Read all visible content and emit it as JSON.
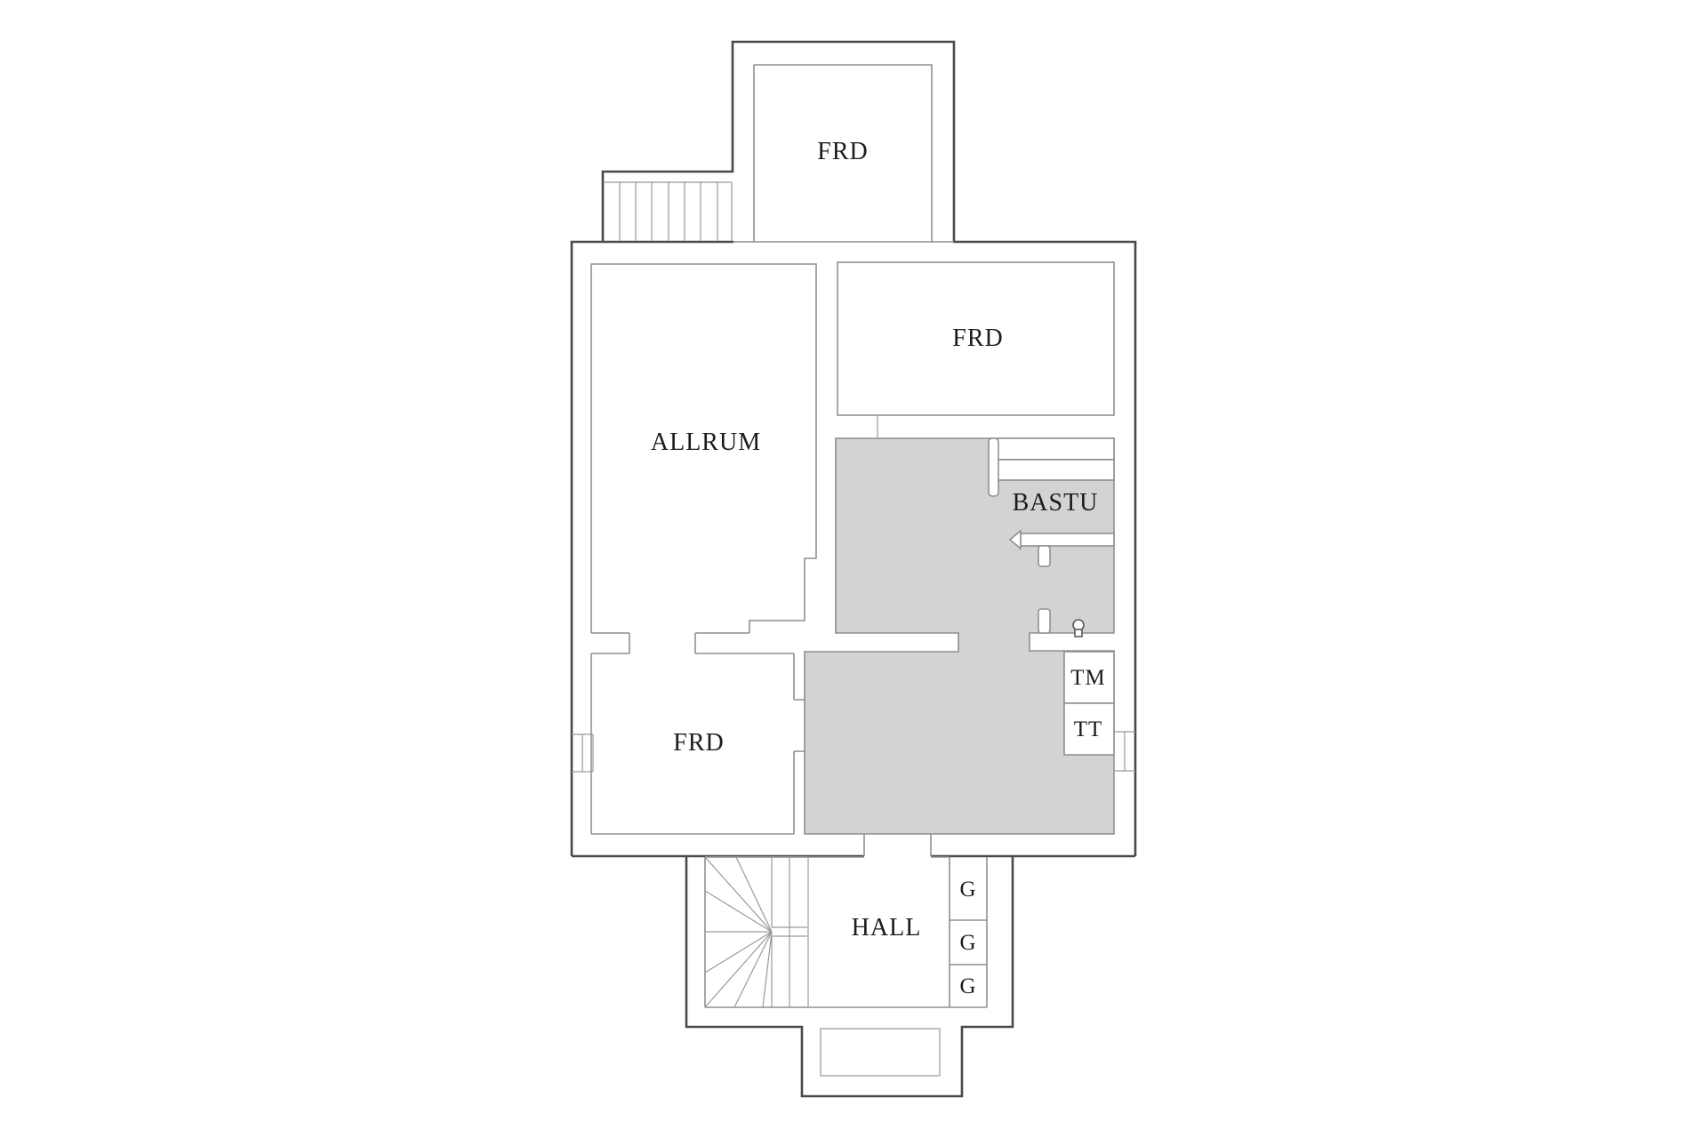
{
  "rooms": [
    {
      "id": "frd-top",
      "label": "FRD"
    },
    {
      "id": "allrum",
      "label": "ALLRUM"
    },
    {
      "id": "frd-right",
      "label": "FRD"
    },
    {
      "id": "bastu",
      "label": "BASTU"
    },
    {
      "id": "frd-bottom",
      "label": "FRD"
    },
    {
      "id": "hall",
      "label": "HALL"
    }
  ],
  "wardrobes": [
    {
      "label": "G"
    },
    {
      "label": "G"
    },
    {
      "label": "G"
    }
  ],
  "appliances": [
    {
      "id": "washing-machine",
      "label": "TM"
    },
    {
      "id": "dryer",
      "label": "TT"
    }
  ],
  "icons": [
    {
      "name": "sauna-heater-icon"
    }
  ],
  "colors": {
    "outer_wall": "#4a4a4a",
    "inner_line": "#8f8f8f",
    "wet_area_fill": "#d3d3d3",
    "background": "#ffffff",
    "text": "#1c1c1c"
  }
}
